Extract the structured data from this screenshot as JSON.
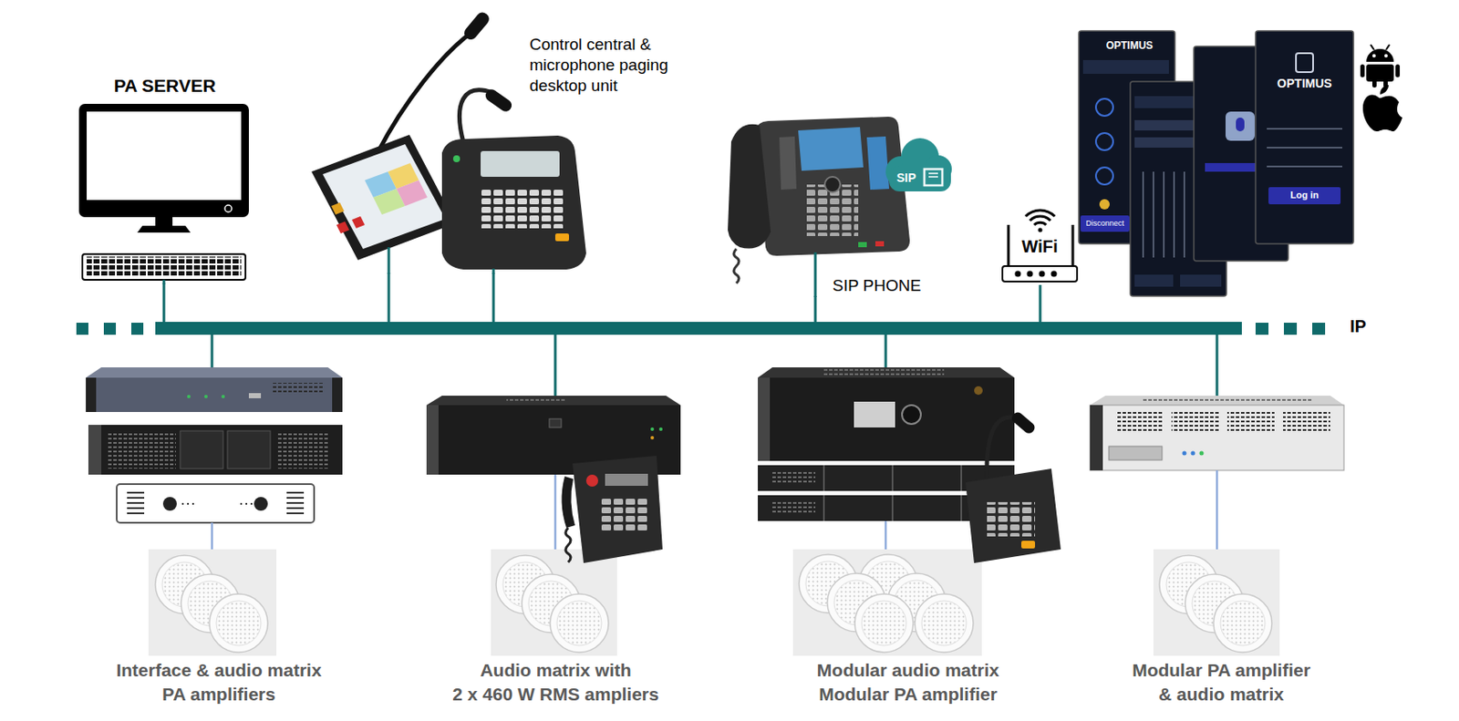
{
  "diagram": {
    "nodes": [
      {
        "text": [
          "PA SERVER"
        ]
      },
      {
        "text": [
          "Control central & microphone paging desktop unit"
        ]
      },
      {
        "text": [
          "SIP PHONE"
        ]
      },
      {
        "text": [
          "WiFi"
        ]
      },
      {
        "text": [
          "IP"
        ]
      },
      {
        "text": [
          "Interface & audio matrix PA amplifiers"
        ]
      },
      {
        "text": [
          "Audio matrix with 2 x 460 W RMS ampliers"
        ]
      },
      {
        "text": [
          "Modular audio matrix Modular PA amplifier"
        ]
      },
      {
        "text": [
          "Modular PA amplifier & audio matrix"
        ]
      }
    ],
    "edges": [
      {
        "from": 0,
        "to": 4,
        "arrow": "none"
      },
      {
        "from": 1,
        "to": 4,
        "arrow": "none"
      },
      {
        "from": 1,
        "to": 4,
        "arrow": "none"
      },
      {
        "from": 2,
        "to": 4,
        "arrow": "none"
      },
      {
        "from": 3,
        "to": 4,
        "arrow": "none"
      },
      {
        "from": 4,
        "to": 5,
        "arrow": "none"
      },
      {
        "from": 4,
        "to": 6,
        "arrow": "none"
      },
      {
        "from": 4,
        "to": 7,
        "arrow": "none"
      },
      {
        "from": 4,
        "to": 8,
        "arrow": "none"
      }
    ],
    "labels": [
      "OPTIMUS",
      "Disconnect",
      "OPTIMUS",
      "Log in",
      "SIP"
    ]
  }
}
